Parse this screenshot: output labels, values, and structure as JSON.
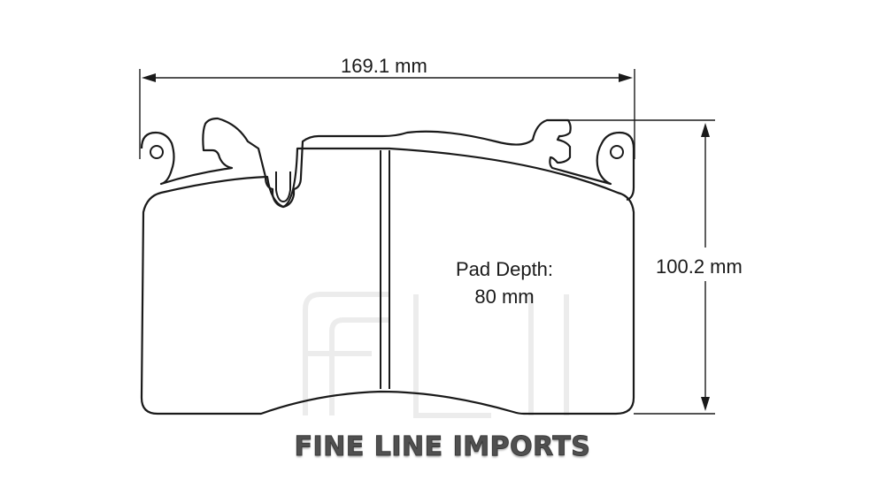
{
  "dimensions": {
    "width_label": "169.1 mm",
    "height_label": "100.2 mm",
    "pad_depth_line1": "Pad Depth:",
    "pad_depth_line2": "80 mm"
  },
  "brand": {
    "name": "FINE LINE IMPORTS",
    "watermark_text": "FLI"
  },
  "colors": {
    "outline": "#1a1a1a",
    "brand_text": "#505050",
    "watermark": "#ececec",
    "background": "#ffffff"
  }
}
